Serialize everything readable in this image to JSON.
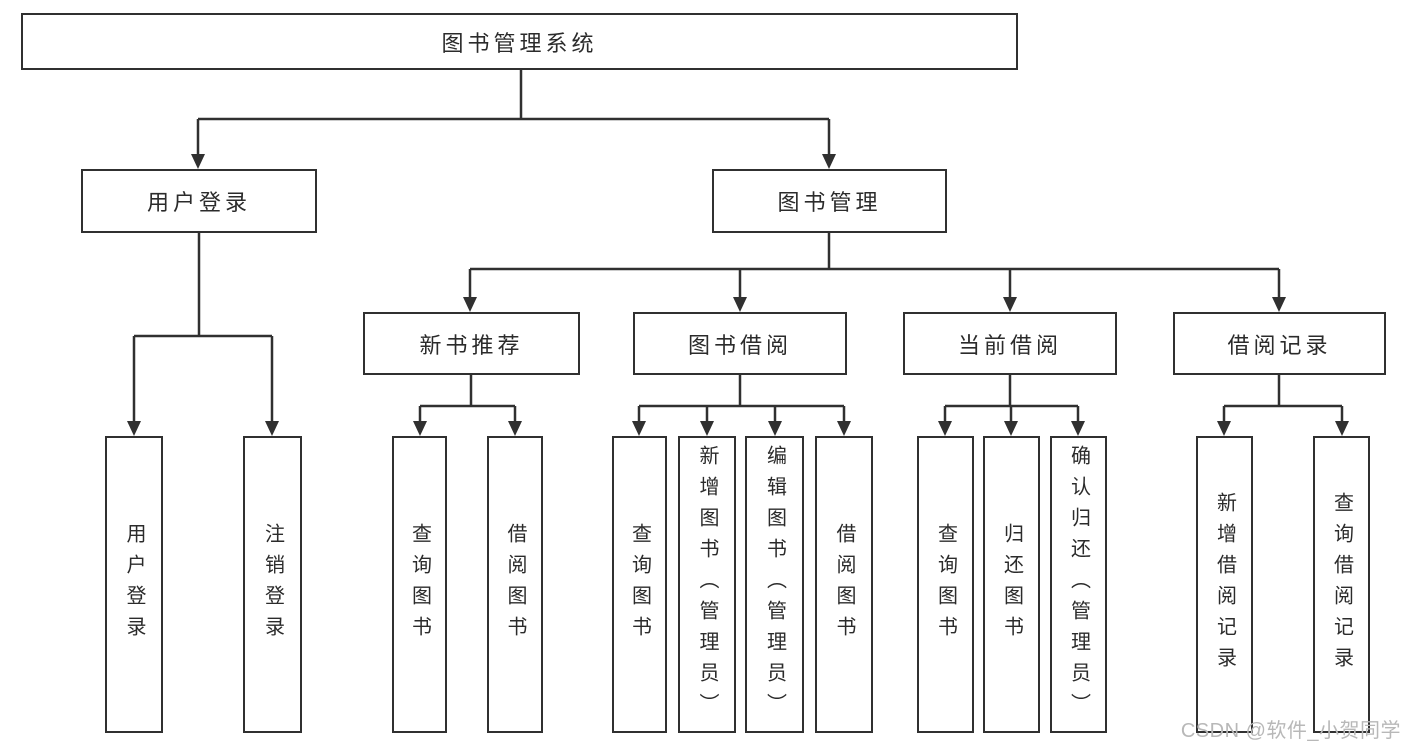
{
  "tree": {
    "root": {
      "label": "图书管理系统",
      "children": [
        {
          "label": "用户登录",
          "children": [
            {
              "label": "用户登录"
            },
            {
              "label": "注销登录"
            }
          ]
        },
        {
          "label": "图书管理",
          "children": [
            {
              "label": "新书推荐",
              "children": [
                {
                  "label": "查询图书"
                },
                {
                  "label": "借阅图书"
                }
              ]
            },
            {
              "label": "图书借阅",
              "children": [
                {
                  "label": "查询图书"
                },
                {
                  "label": "新增图书（管理员）"
                },
                {
                  "label": "编辑图书（管理员）"
                },
                {
                  "label": "借阅图书"
                }
              ]
            },
            {
              "label": "当前借阅",
              "children": [
                {
                  "label": "查询图书"
                },
                {
                  "label": "归还图书"
                },
                {
                  "label": "确认归还（管理员）"
                }
              ]
            },
            {
              "label": "借阅记录",
              "children": [
                {
                  "label": "新增借阅记录"
                },
                {
                  "label": "查询借阅记录"
                }
              ]
            }
          ]
        }
      ]
    }
  },
  "watermark": {
    "text": "CSDN @软件_小贺同学"
  },
  "colors": {
    "line": "#303030",
    "box_border": "#303030",
    "text": "#2b2b2b",
    "watermark": "#b8b8b8",
    "background": "#ffffff"
  }
}
